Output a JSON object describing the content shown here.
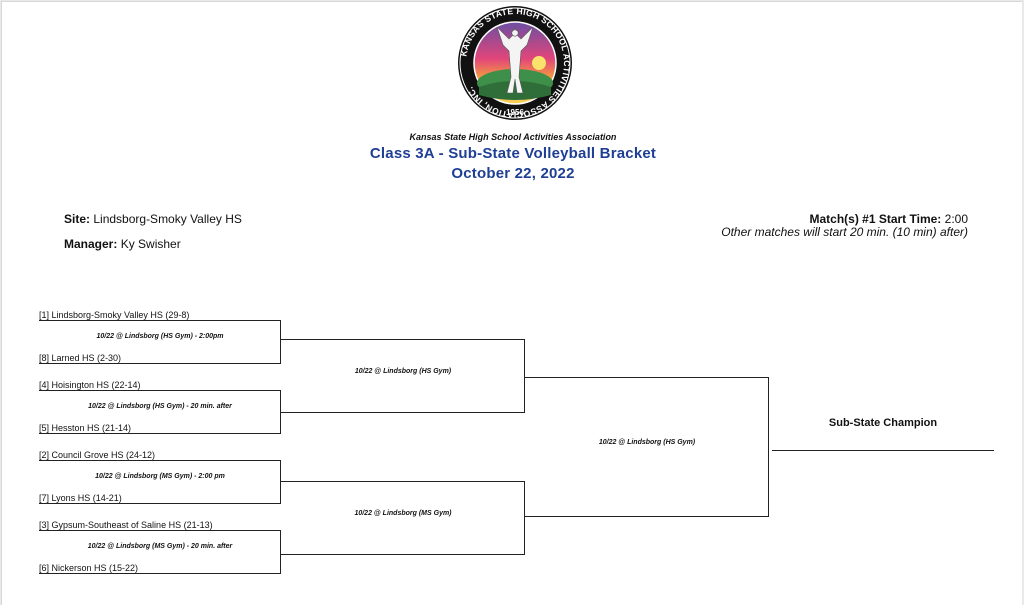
{
  "header": {
    "organization": "Kansas State High School Activities Association",
    "title": "Class 3A - Sub-State Volleyball Bracket",
    "date": "October 22, 2022",
    "logo": {
      "ring_text": "KANSAS STATE HIGH SCHOOL ACTIVITIES ASSOCIATION, INC.",
      "year": "1956"
    }
  },
  "info": {
    "site_label": "Site:",
    "site_value": "Lindsborg-Smoky Valley HS",
    "manager_label": "Manager:",
    "manager_value": "Ky Swisher",
    "start_label": "Match(s) #1 Start Time:",
    "start_value": "2:00",
    "other_matches": "Other matches will start 20 min. (10 min) after)"
  },
  "bracket": {
    "teams": [
      "[1] Lindsborg-Smoky Valley HS (29-8)",
      "[8] Larned HS (2-30)",
      "[4] Hoisington HS (22-14)",
      "[5] Hesston HS (21-14)",
      "[2] Council Grove HS (24-12)",
      "[7] Lyons HS (14-21)",
      "[3] Gypsum-Southeast of Saline HS (21-13)",
      "[6] Nickerson HS (15-22)"
    ],
    "round1": [
      "10/22 @ Lindsborg (HS Gym) - 2:00pm",
      "10/22 @ Lindsborg (HS Gym) - 20 min. after",
      "10/22 @ Lindsborg (MS Gym) - 2:00 pm",
      "10/22 @ Lindsborg (MS Gym) - 20 min. after"
    ],
    "round2": [
      "10/22 @ Lindsborg (HS Gym)",
      "10/22 @ Lindsborg (MS Gym)"
    ],
    "final": "10/22 @ Lindsborg (HS Gym)",
    "champion_label": "Sub-State Champion"
  }
}
